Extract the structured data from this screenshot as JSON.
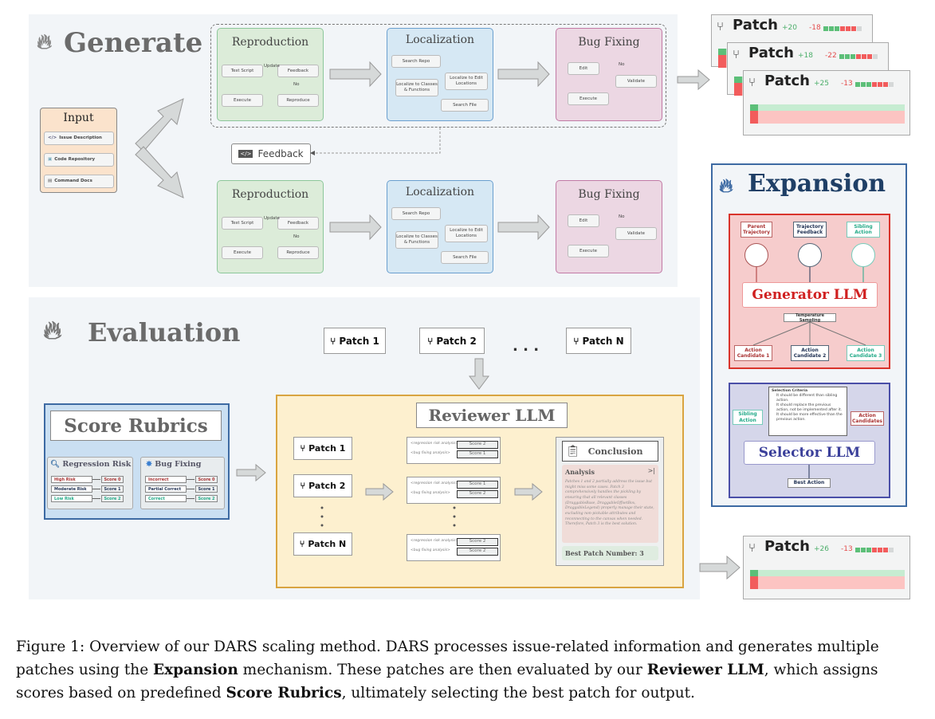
{
  "generate": {
    "title": "Generate",
    "input": {
      "title": "Input",
      "items": [
        "Issue Description",
        "Code Repository",
        "Command Docs"
      ]
    },
    "feedback_label": "Feedback",
    "reproduction": {
      "title": "Reproduction",
      "nodes": [
        "Test Script",
        "Feedback",
        "Execute",
        "Reproduce"
      ],
      "update": "Update",
      "no": "No"
    },
    "localization": {
      "title": "Localization",
      "nodes": [
        "Search Repo",
        "Localize to Classes & Functions",
        "Localize to Edit Locations",
        "Search File"
      ]
    },
    "bug_fixing": {
      "title": "Bug Fixing",
      "nodes": [
        "Edit",
        "Validate",
        "Execute"
      ],
      "no": "No"
    }
  },
  "patch_cards": [
    {
      "label": "Patch",
      "plus": "+20",
      "minus": "-18"
    },
    {
      "label": "Patch",
      "plus": "+18",
      "minus": "-22"
    },
    {
      "label": "Patch",
      "plus": "+25",
      "minus": "-13"
    }
  ],
  "final_patch": {
    "label": "Patch",
    "plus": "+26",
    "minus": "-13"
  },
  "colors": {
    "add": "#5cbf78",
    "remove": "#f25c5c",
    "neutral": "#d5d8d8"
  },
  "expansion": {
    "title": "Expansion",
    "generator": {
      "inputs": [
        "Parent Trajectory",
        "Trajectory Feedback",
        "Sibling Action"
      ],
      "title": "Generator LLM",
      "sampling": "Temperature Sampling",
      "candidates": [
        "Action Candidate 1",
        "Action Candidate 2",
        "Action Candidate 3"
      ]
    },
    "selector": {
      "criteria_title": "Selection Criteria",
      "criteria": [
        "It should be different than sibling action.",
        "It should replace the previous action, not be implemented after it.",
        "It should be more effective than the previous action."
      ],
      "sibling": "Sibling Action",
      "candidates": "Action Candidates",
      "title": "Selector LLM",
      "best": "Best Action"
    }
  },
  "evaluation": {
    "title": "Evaluation",
    "patches_top": [
      "Patch 1",
      "Patch 2",
      "Patch N"
    ],
    "ellipsis": ". . .",
    "rubrics": {
      "title": "Score Rubrics",
      "regression": {
        "title": "Regression Risk",
        "rows": [
          [
            "High Risk",
            "Score 0"
          ],
          [
            "Moderate Risk",
            "Score 1"
          ],
          [
            "Low Risk",
            "Score 2"
          ]
        ]
      },
      "bugfix": {
        "title": "Bug Fixing",
        "rows": [
          [
            "Incorrect",
            "Score 0"
          ],
          [
            "Partial Correct",
            "Score 1"
          ],
          [
            "Correct",
            "Score 2"
          ]
        ]
      }
    },
    "reviewer": {
      "title": "Reviewer LLM",
      "patches": [
        "Patch 1",
        "Patch 2",
        "Patch N"
      ],
      "regression_label": "<regression risk analysis>",
      "bugfix_label": "<bug fixing analysis>",
      "scores": [
        [
          "Score 2",
          "Score 1"
        ],
        [
          "Score 1",
          "Score 2"
        ],
        [
          "Score 2",
          "Score 2"
        ]
      ],
      "conclusion": {
        "title": "Conclusion",
        "analysis_title": "Analysis",
        "analysis": "Patches 1 and 2 partially address the issue but might miss some cases. Patch 3 comprehensively handles the pickling by ensuring that all relevant classes (DraggableBase, DraggableOffsetBox, DraggableLegend) properly manage their state, excluding non-pickable attributes and reconnecting to the canvas when needed. Therefore, Patch 3 is the best solution.",
        "best": "Best Patch Number: 3"
      }
    }
  },
  "caption": {
    "p1": "Figure 1: Overview of our DARS scaling method. DARS processes issue-related information and generates multiple patches using the ",
    "b1": "Expansion",
    "p2": " mechanism. These patches are then evaluated by our ",
    "b2": "Reviewer LLM",
    "p3": ", which assigns scores based on predefined ",
    "b3": "Score Rubrics",
    "p4": ", ultimately selecting the best patch for output."
  }
}
